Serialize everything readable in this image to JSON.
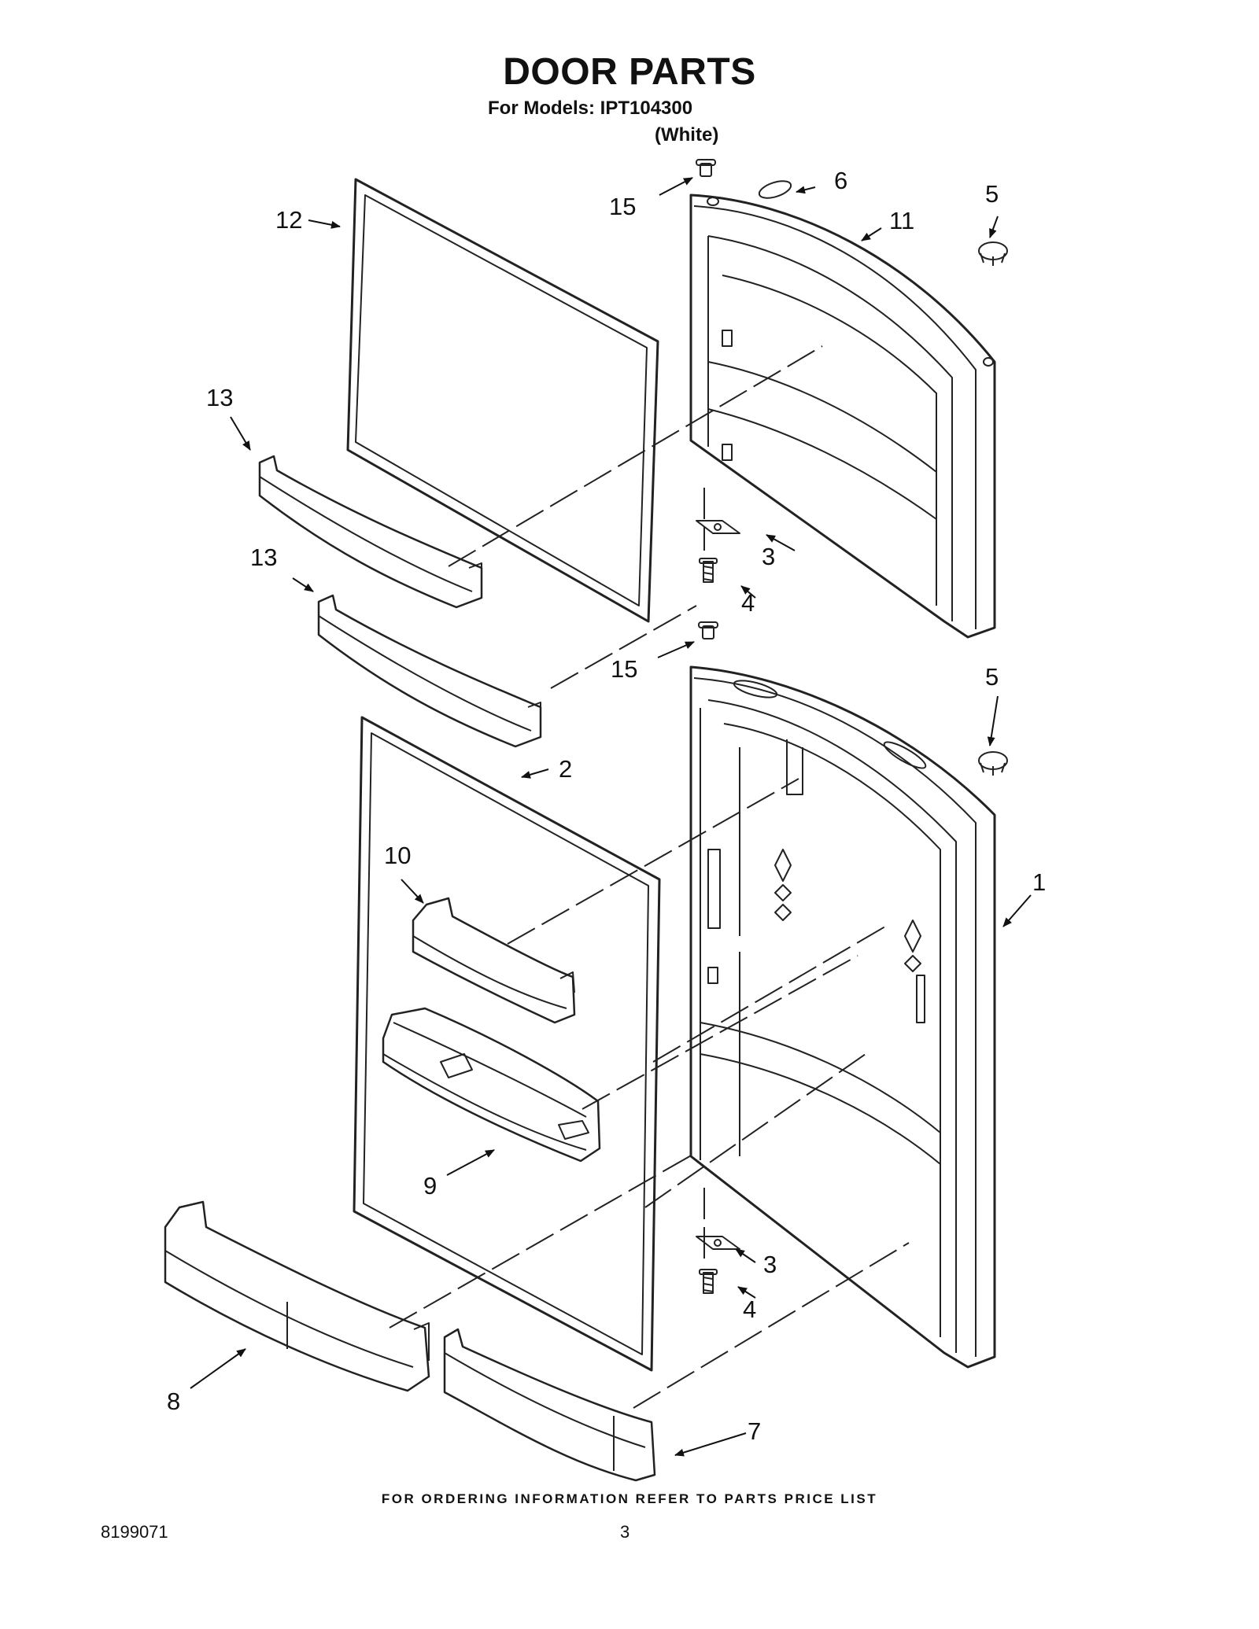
{
  "header": {
    "title": "DOOR PARTS",
    "models_line": "For Models: IPT104300",
    "variant": "(White)"
  },
  "callouts": {
    "c1": "1",
    "c2": "2",
    "c3a": "3",
    "c3b": "3",
    "c4a": "4",
    "c4b": "4",
    "c5a": "5",
    "c5b": "5",
    "c6": "6",
    "c7": "7",
    "c8": "8",
    "c9": "9",
    "c10": "10",
    "c11": "11",
    "c12": "12",
    "c13a": "13",
    "c13b": "13",
    "c15a": "15",
    "c15b": "15"
  },
  "footer": {
    "ordering_note": "FOR ORDERING INFORMATION REFER TO PARTS PRICE LIST",
    "doc_number": "8199071",
    "page_number": "3"
  }
}
